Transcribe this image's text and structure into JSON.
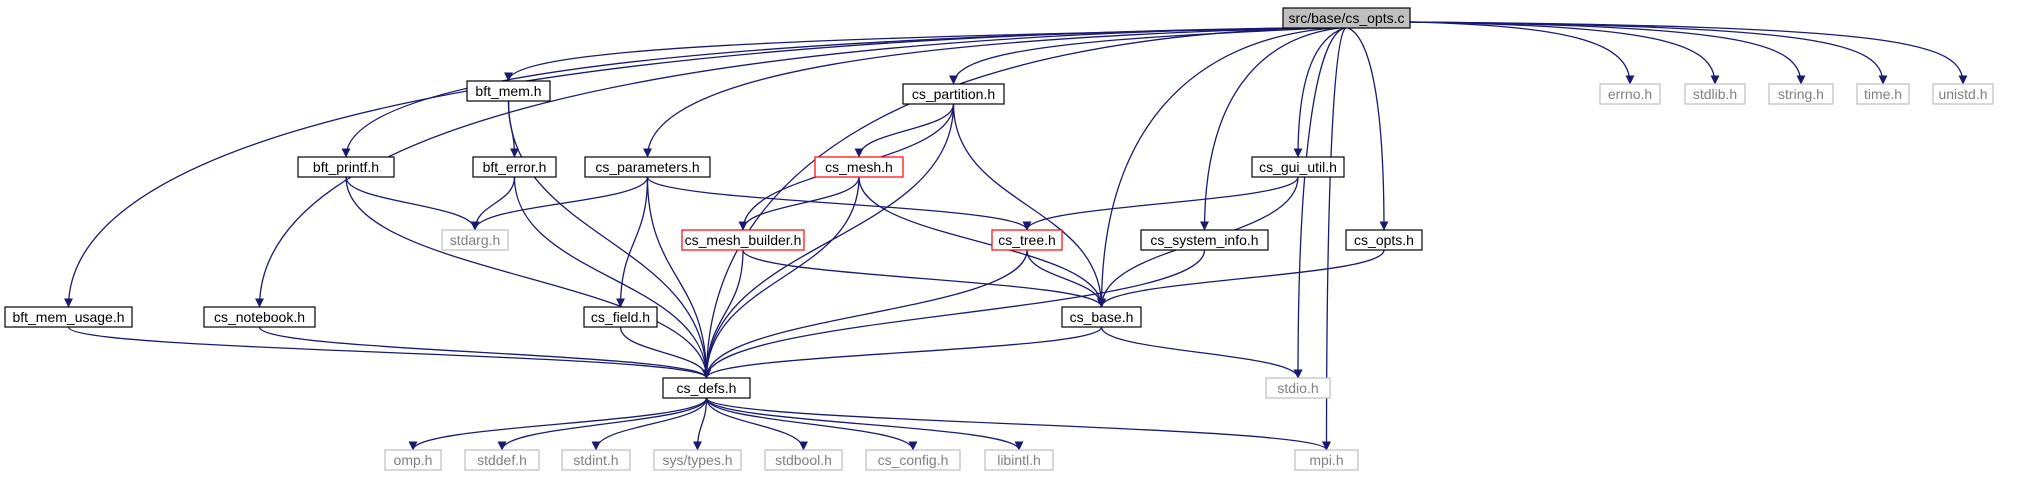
{
  "diagram_title": "",
  "colors": {
    "edge": "#191970",
    "node_border_documented": "#000000",
    "node_border_truncated": "#ff0000",
    "node_border_external": "#bfbfbf",
    "node_fill_root": "#bfbfbf",
    "node_fill": "#ffffff",
    "text_documented": "#000000",
    "text_external": "#7f7f7f"
  },
  "nodes": [
    {
      "id": "root",
      "label": "src/base/cs_opts.c",
      "kind": "root"
    },
    {
      "id": "bft_mem_usage",
      "label": "bft_mem_usage.h",
      "kind": "documented"
    },
    {
      "id": "cs_defs",
      "label": "cs_defs.h",
      "kind": "documented"
    },
    {
      "id": "bft_printf",
      "label": "bft_printf.h",
      "kind": "documented"
    },
    {
      "id": "stdarg",
      "label": "stdarg.h",
      "kind": "external"
    },
    {
      "id": "bft_mem",
      "label": "bft_mem.h",
      "kind": "documented"
    },
    {
      "id": "bft_error",
      "label": "bft_error.h",
      "kind": "documented"
    },
    {
      "id": "cs_notebook",
      "label": "cs_notebook.h",
      "kind": "documented"
    },
    {
      "id": "cs_parameters",
      "label": "cs_parameters.h",
      "kind": "documented"
    },
    {
      "id": "cs_field",
      "label": "cs_field.h",
      "kind": "documented"
    },
    {
      "id": "cs_tree",
      "label": "cs_tree.h",
      "kind": "truncated"
    },
    {
      "id": "cs_base",
      "label": "cs_base.h",
      "kind": "documented"
    },
    {
      "id": "cs_partition",
      "label": "cs_partition.h",
      "kind": "documented"
    },
    {
      "id": "cs_mesh",
      "label": "cs_mesh.h",
      "kind": "truncated"
    },
    {
      "id": "cs_mesh_builder",
      "label": "cs_mesh_builder.h",
      "kind": "truncated"
    },
    {
      "id": "cs_gui_util",
      "label": "cs_gui_util.h",
      "kind": "documented"
    },
    {
      "id": "cs_system_info",
      "label": "cs_system_info.h",
      "kind": "documented"
    },
    {
      "id": "cs_opts",
      "label": "cs_opts.h",
      "kind": "documented"
    },
    {
      "id": "stdio",
      "label": "stdio.h",
      "kind": "external"
    },
    {
      "id": "errno",
      "label": "errno.h",
      "kind": "external"
    },
    {
      "id": "stdlib",
      "label": "stdlib.h",
      "kind": "external"
    },
    {
      "id": "string",
      "label": "string.h",
      "kind": "external"
    },
    {
      "id": "time",
      "label": "time.h",
      "kind": "external"
    },
    {
      "id": "unistd",
      "label": "unistd.h",
      "kind": "external"
    },
    {
      "id": "omp",
      "label": "omp.h",
      "kind": "external"
    },
    {
      "id": "stddef",
      "label": "stddef.h",
      "kind": "external"
    },
    {
      "id": "stdint",
      "label": "stdint.h",
      "kind": "external"
    },
    {
      "id": "systypes",
      "label": "sys/types.h",
      "kind": "external"
    },
    {
      "id": "stdbool",
      "label": "stdbool.h",
      "kind": "external"
    },
    {
      "id": "cs_config",
      "label": "cs_config.h",
      "kind": "external"
    },
    {
      "id": "libintl",
      "label": "libintl.h",
      "kind": "external"
    },
    {
      "id": "mpi",
      "label": "mpi.h",
      "kind": "external"
    }
  ],
  "edges": [
    [
      "root",
      "bft_mem_usage"
    ],
    [
      "root",
      "cs_defs"
    ],
    [
      "root",
      "bft_printf"
    ],
    [
      "root",
      "bft_mem"
    ],
    [
      "root",
      "cs_notebook"
    ],
    [
      "root",
      "cs_parameters"
    ],
    [
      "root",
      "cs_partition"
    ],
    [
      "root",
      "cs_gui_util"
    ],
    [
      "root",
      "cs_system_info"
    ],
    [
      "root",
      "cs_opts"
    ],
    [
      "root",
      "cs_base"
    ],
    [
      "root",
      "stdio"
    ],
    [
      "root",
      "mpi"
    ],
    [
      "root",
      "errno"
    ],
    [
      "root",
      "stdlib"
    ],
    [
      "root",
      "string"
    ],
    [
      "root",
      "time"
    ],
    [
      "root",
      "unistd"
    ],
    [
      "bft_mem_usage",
      "cs_defs"
    ],
    [
      "bft_printf",
      "stdarg"
    ],
    [
      "bft_printf",
      "cs_defs"
    ],
    [
      "bft_mem",
      "bft_error"
    ],
    [
      "bft_mem",
      "cs_defs"
    ],
    [
      "bft_error",
      "stdarg"
    ],
    [
      "bft_error",
      "cs_defs"
    ],
    [
      "cs_notebook",
      "cs_defs"
    ],
    [
      "cs_parameters",
      "stdarg"
    ],
    [
      "cs_parameters",
      "cs_field"
    ],
    [
      "cs_parameters",
      "cs_defs"
    ],
    [
      "cs_parameters",
      "cs_tree"
    ],
    [
      "cs_field",
      "cs_defs"
    ],
    [
      "cs_partition",
      "cs_mesh"
    ],
    [
      "cs_partition",
      "cs_mesh_builder"
    ],
    [
      "cs_partition",
      "cs_defs"
    ],
    [
      "cs_partition",
      "cs_base"
    ],
    [
      "cs_mesh",
      "cs_mesh_builder"
    ],
    [
      "cs_mesh",
      "cs_defs"
    ],
    [
      "cs_mesh",
      "cs_base"
    ],
    [
      "cs_mesh_builder",
      "cs_defs"
    ],
    [
      "cs_mesh_builder",
      "cs_base"
    ],
    [
      "cs_tree",
      "cs_base"
    ],
    [
      "cs_tree",
      "cs_defs"
    ],
    [
      "cs_gui_util",
      "cs_tree"
    ],
    [
      "cs_gui_util",
      "cs_base"
    ],
    [
      "cs_system_info",
      "cs_defs"
    ],
    [
      "cs_opts",
      "cs_base"
    ],
    [
      "cs_base",
      "cs_defs"
    ],
    [
      "cs_base",
      "stdio"
    ],
    [
      "cs_defs",
      "omp"
    ],
    [
      "cs_defs",
      "stddef"
    ],
    [
      "cs_defs",
      "stdint"
    ],
    [
      "cs_defs",
      "systypes"
    ],
    [
      "cs_defs",
      "stdbool"
    ],
    [
      "cs_defs",
      "cs_config"
    ],
    [
      "cs_defs",
      "libintl"
    ],
    [
      "cs_defs",
      "mpi"
    ]
  ]
}
